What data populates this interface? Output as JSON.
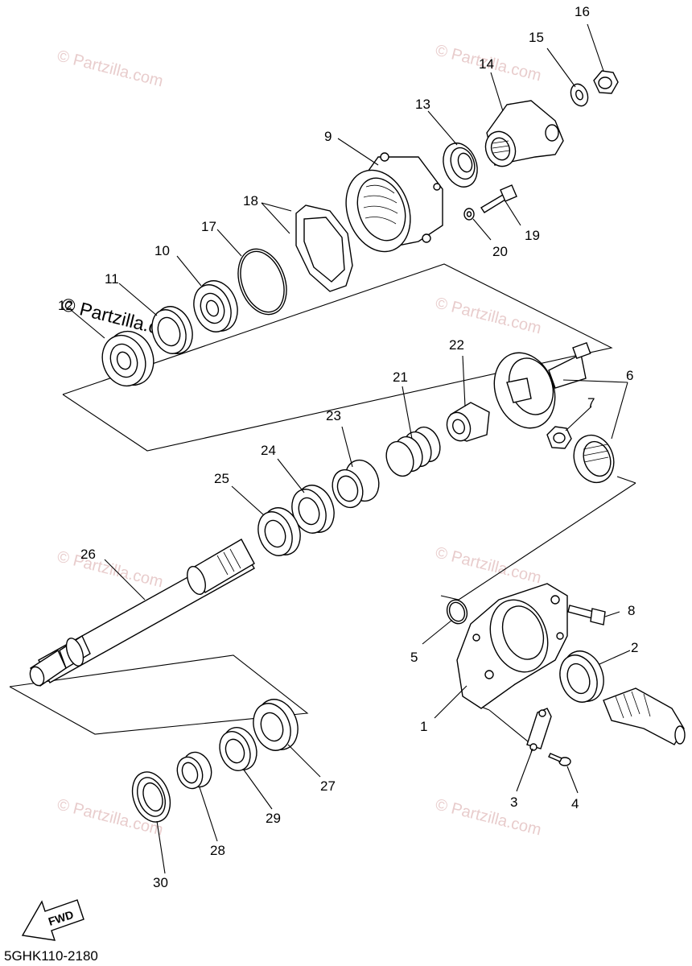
{
  "watermark": "© Partzilla.com",
  "diagram_code": "5GHK110-2180",
  "fwd_label": "FWD",
  "callouts": {
    "c1": "1",
    "c2": "2",
    "c3": "3",
    "c4": "4",
    "c5": "5",
    "c6": "6",
    "c7": "7",
    "c8": "8",
    "c9": "9",
    "c10": "10",
    "c11": "11",
    "c12": "12",
    "c13": "13",
    "c14": "14",
    "c15": "15",
    "c16": "16",
    "c17": "17",
    "c18": "18",
    "c19": "19",
    "c20": "20",
    "c21": "21",
    "c22": "22",
    "c23": "23",
    "c24": "24",
    "c25": "25",
    "c26": "26",
    "c27": "27",
    "c28": "28",
    "c29": "29",
    "c30": "30"
  }
}
